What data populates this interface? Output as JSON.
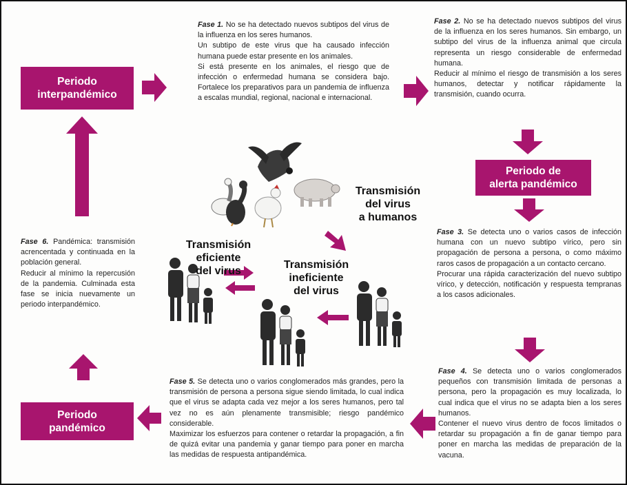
{
  "periods": {
    "interpandemic": "Periodo\ninterpandémico",
    "alert": "Periodo de\nalerta pandémico",
    "pandemic": "Periodo\npandémico"
  },
  "phases": [
    {
      "label": "Fase 1.",
      "paragraphs": [
        "No se ha detectado nuevos subtipos del virus de la influenza en los seres humanos.",
        "Un subtipo de este virus que ha causado infección humana puede estar presente en los animales.",
        "Si está presente en los animales, el riesgo que de infección o enfermedad humana se considera bajo. Fortalece los preparativos para un pandemia de influenza a escalas mundial, regional, nacional e internacional."
      ]
    },
    {
      "label": "Fase 2.",
      "paragraphs": [
        "No se ha detectado nuevos subtipos del virus de la influenza en los seres humanos. Sin embargo, un subtipo del virus de la influenza animal que circula representa un riesgo considerable de enfermedad humana.",
        "Reducir al mínimo el riesgo de transmisión a los seres humanos, detectar y notificar rápidamente la transmisión, cuando ocurra."
      ]
    },
    {
      "label": "Fase 3.",
      "paragraphs": [
        "Se detecta uno o varios casos de infección humana con un nuevo subtipo vírico, pero sin propagación de persona a persona, o como máximo raros casos de propagación a un contacto cercano.",
        "Procurar una rápida caracterización del nuevo subtipo vírico, y detección, notificación y respuesta tempranas a los casos adicionales."
      ]
    },
    {
      "label": "Fase 4.",
      "paragraphs": [
        "Se detecta uno o varios conglomerados pequeños con transmisión limitada de personas a persona, pero la propagación es muy localizada, lo cual indica que el virus no se adapta bien a los seres humanos.",
        "Contener el nuevo virus dentro de focos limitados o retardar su propagación a fin de ganar tiempo para poner en marcha las medidas de preparación de la vacuna."
      ]
    },
    {
      "label": "Fase 5.",
      "paragraphs": [
        "Se detecta uno o varios conglomerados más grandes, pero la transmisión de persona a persona sigue siendo limitada, lo cual indica que el virus se adapta cada vez mejor a los seres humanos, pero tal vez no es aún plenamente transmisible; riesgo pandémico considerable.",
        "Maximizar los esfuerzos para contener o retardar la propagación, a fin de quizá evitar una pandemia y ganar tiempo para poner en marcha las medidas de respuesta antipandémica."
      ]
    },
    {
      "label": "Fase 6.",
      "paragraphs": [
        "Pandémica: transmisión acrencentada y continuada en la población general.",
        "Reducir al mínimo la repercusión de la pandemia. Culminada esta fase se inicia nuevamente un periodo interpandémico."
      ]
    }
  ],
  "labels": {
    "transmission_to_humans": "Transmisión\ndel virus\na humanos",
    "efficient": "Transmisión\neficiente\ndel virus",
    "inefficient": "Transmisión\nineficiente\ndel virus"
  },
  "colors": {
    "accent": "#a8156e"
  },
  "icons": [
    "duck-icon",
    "goose-icon",
    "chicken-icon",
    "pig-icon",
    "family-icon"
  ]
}
